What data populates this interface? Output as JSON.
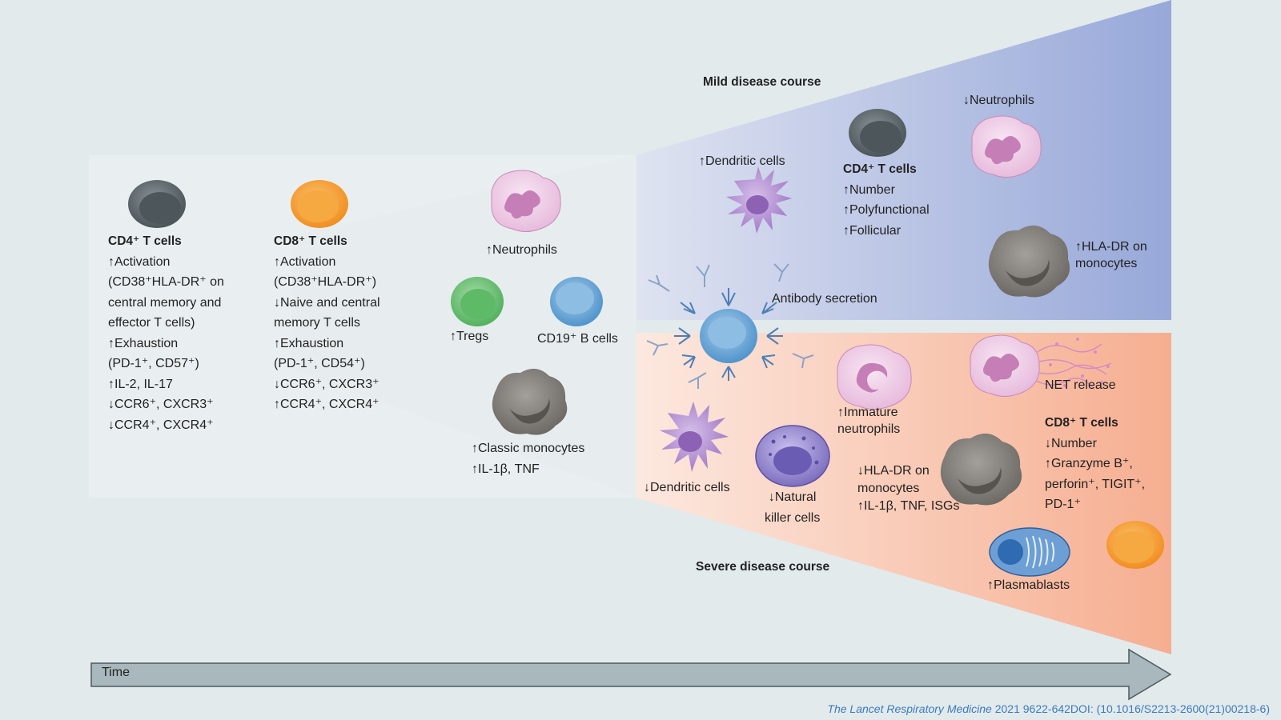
{
  "early_phase": {
    "cd4": {
      "title": "CD4⁺ T cells",
      "lines": [
        "↑Activation",
        "(CD38⁺HLA-DR⁺ on",
        "central memory and",
        "effector T cells)",
        "↑Exhaustion",
        "(PD-1⁺, CD57⁺)",
        "↑IL-2, IL-17",
        "↓CCR6⁺, CXCR3⁺",
        "↓CCR4⁺, CXCR4⁺"
      ]
    },
    "cd8": {
      "title": "CD8⁺ T cells",
      "lines": [
        "↑Activation",
        "(CD38⁺HLA-DR⁺)",
        "↓Naive and central",
        "memory T cells",
        "↑Exhaustion",
        "(PD-1⁺, CD54⁺)",
        "↓CCR6⁺, CXCR3⁺",
        "↑CCR4⁺, CXCR4⁺"
      ]
    },
    "neutrophils": "↑Neutrophils",
    "tregs": "↑Tregs",
    "b_cells": "CD19⁺ B cells",
    "monocytes": [
      "↑Classic monocytes",
      "↑IL-1β, TNF"
    ]
  },
  "mild": {
    "title": "Mild disease course",
    "dendritic": "↑Dendritic cells",
    "cd4_title": "CD4⁺ T cells",
    "cd4_lines": [
      "↑Number",
      "↑Polyfunctional",
      "↑Follicular"
    ],
    "neutrophils": "↓Neutrophils",
    "hla_dr": [
      "↑HLA-DR on",
      "monocytes"
    ],
    "antibody": "Antibody secretion"
  },
  "severe": {
    "title": "Severe disease course",
    "dendritic": "↓Dendritic cells",
    "nk": [
      "↓Natural",
      "killer cells"
    ],
    "immature": [
      "↑Immature",
      "neutrophils"
    ],
    "net": "NET release",
    "hla_dr": [
      "↓HLA-DR on",
      "monocytes",
      "↑IL-1β, TNF, ISGs"
    ],
    "cd8_title": "CD8⁺ T cells",
    "cd8_lines": [
      "↓Number",
      "↑Granzyme B⁺,",
      "perforin⁺, TIGIT⁺,",
      "PD-1⁺"
    ],
    "plasmablasts": "↑Plasmablasts"
  },
  "timeline": {
    "label": "Time"
  },
  "citation": {
    "journal": "The Lancet Respiratory Medicine",
    "details": " 2021 9622-642DOI: (10.1016/S2213-2600(21)00218-6)"
  },
  "colors": {
    "background": "#e2eaec",
    "early_panel": "#e9eff1",
    "mild_gradient": [
      "#dfe3f1",
      "#97a8d9"
    ],
    "severe_gradient": [
      "#fce8df",
      "#f6ae90"
    ],
    "arrow": "#a9b8bd",
    "cd4_cell": "#5d676b",
    "cd8_cell": "#f6a23c",
    "neutrophil": "#ecc6e3",
    "treg": "#6cc375",
    "b_cell": "#6ea8d6",
    "monocyte": "#7f7b77",
    "dendritic": "#b28cd0",
    "nk_cell": "#8c7fc9",
    "plasmablast": "#4f88c9",
    "antibody": "#7c94b8",
    "citation": "#3c7bbd"
  }
}
